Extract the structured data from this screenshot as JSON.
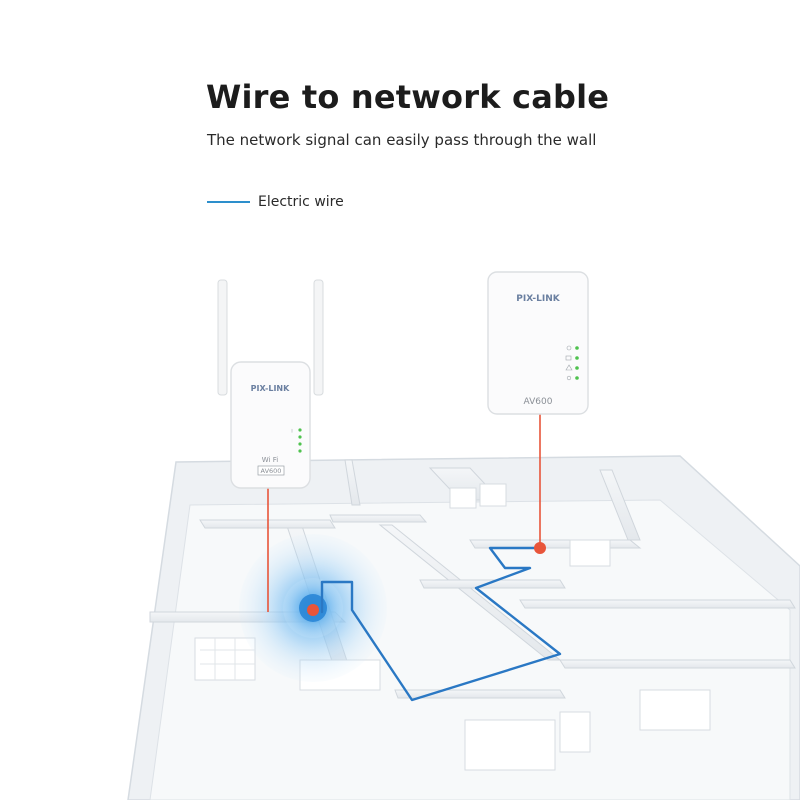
{
  "heading": {
    "title": "Wire to network cable",
    "subtitle": "The network signal can easily pass through the wall"
  },
  "legend": {
    "label": "Electric wire",
    "color": "#2d8fcc"
  },
  "devices": {
    "left": {
      "brand": "PIX-LINK",
      "wifi_label": "Wi Fi",
      "model": "AV600"
    },
    "right": {
      "brand": "PIX-LINK",
      "model": "AV600"
    }
  },
  "colors": {
    "wire": "#2a78c4",
    "connector": "#e8553a",
    "signal": "#3a9be0"
  },
  "icons": [
    "wifi-signal-icon",
    "power-icon",
    "network-icon",
    "connector-dot-icon"
  ]
}
